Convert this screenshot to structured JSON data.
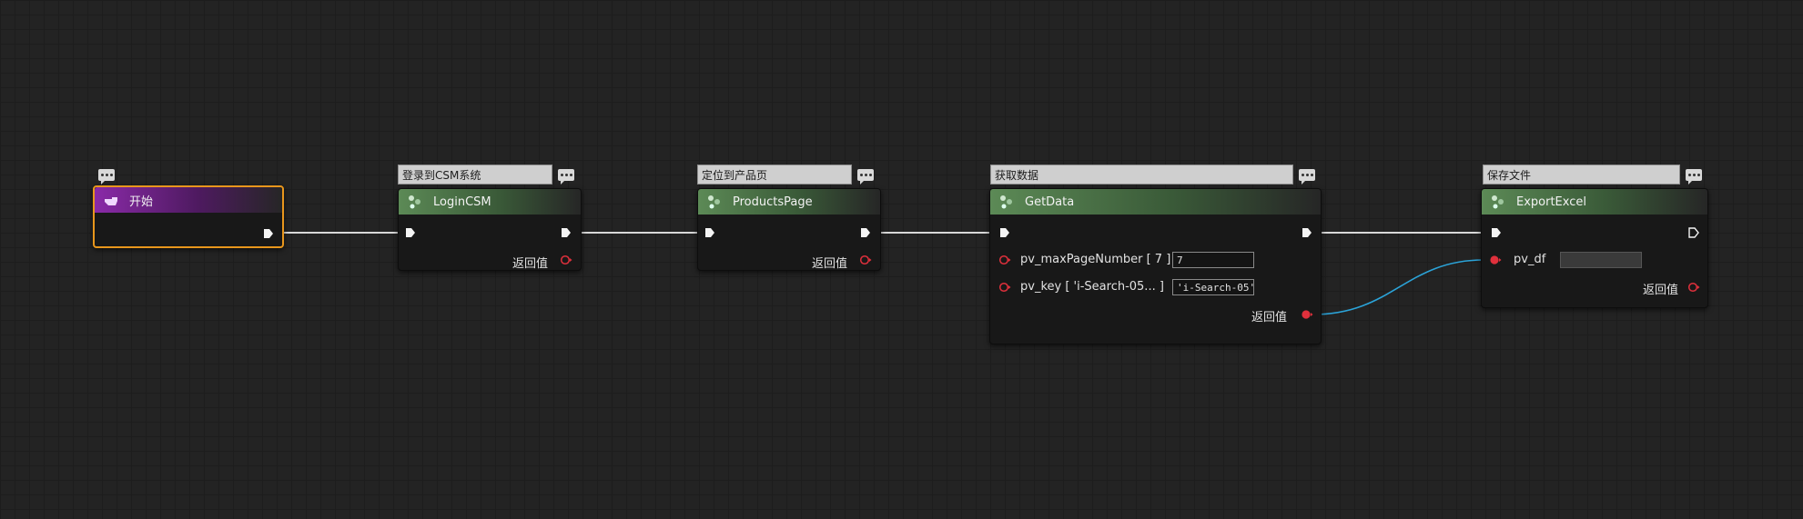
{
  "colors": {
    "canvas": "#232323",
    "node_body": "#181818",
    "header_green": "#5c8a56",
    "header_purple": "#8a2aa8",
    "selection": "#e8961c",
    "exec_wire": "#d8d8d8",
    "data_wire": "#2ba3d8",
    "data_pin": "#e0303c"
  },
  "nodes": {
    "start": {
      "title": "开始",
      "icon": "hand-pointer-icon"
    },
    "login": {
      "comment": "登录到CSM系统",
      "title": "LoginCSM",
      "icon": "function-node-icon",
      "return_label": "返回值"
    },
    "products": {
      "comment": "定位到产品页",
      "title": "ProductsPage",
      "icon": "function-node-icon",
      "return_label": "返回值"
    },
    "getdata": {
      "comment": "获取数据",
      "title": "GetData",
      "icon": "function-node-icon",
      "params": [
        {
          "label": "pv_maxPageNumber [ 7 ]",
          "value": "7"
        },
        {
          "label": "pv_key [ 'i-Search-05... ]",
          "value": "'i-Search-05'"
        }
      ],
      "return_label": "返回值"
    },
    "export": {
      "comment": "保存文件",
      "title": "ExportExcel",
      "icon": "function-node-icon",
      "params": [
        {
          "label": "pv_df",
          "value": ""
        }
      ],
      "return_label": "返回值"
    }
  }
}
